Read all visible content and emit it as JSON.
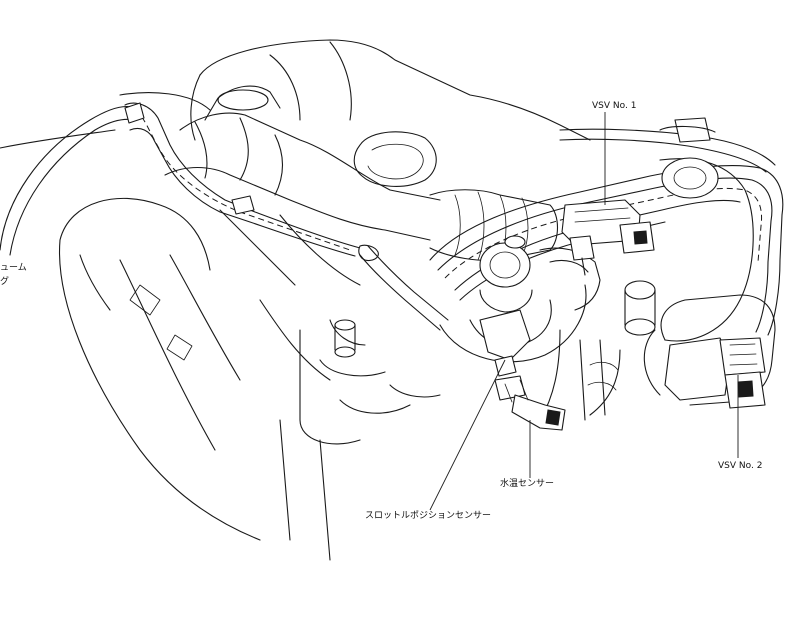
{
  "labels": {
    "vsv_no1": "VSV No. 1",
    "vsv_no2": "VSV No. 2",
    "water_temp_sensor": "水温センサー",
    "throttle_position_sensor": "スロットルポジションセンサー",
    "left_cut_line1": "ューム",
    "left_cut_line2": "グ"
  }
}
